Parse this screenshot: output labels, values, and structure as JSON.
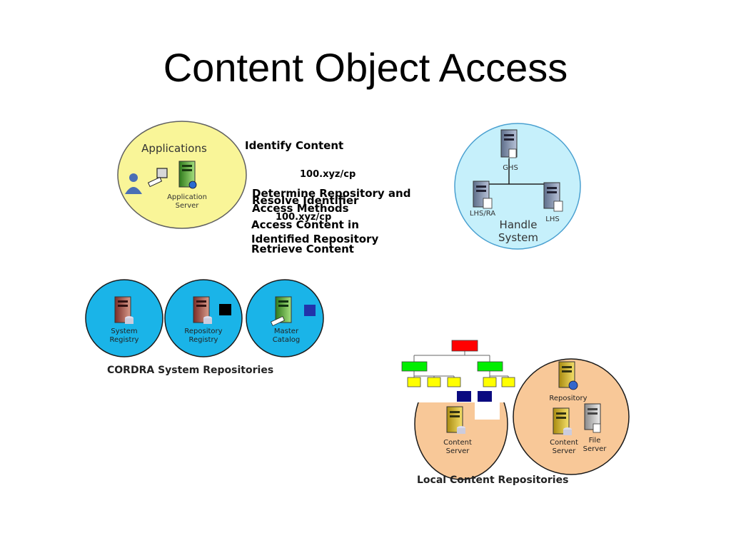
{
  "slide": {
    "title": "Content Object Access"
  },
  "steps": {
    "identify": "Identify Content",
    "id_value_1": "100.xyz/cp",
    "determine_line1": "Determine Repository and",
    "determine_line2": "Access Methods",
    "resolve": "Resolve Identifier",
    "id_value_2": "100.xyz/cp",
    "access_line1": "Access Content in",
    "access_line2": "Identified Repository",
    "retrieve": "Retrieve Content"
  },
  "applications": {
    "label": "Applications",
    "server_line1": "Application",
    "server_line2": "Server"
  },
  "handle_system": {
    "ghs": "GHS",
    "lhs_ra": "LHS/RA",
    "lhs": "LHS",
    "label_line1": "Handle",
    "label_line2": "System"
  },
  "cordra": {
    "caption": "CORDRA System Repositories",
    "items": [
      {
        "line1": "System",
        "line2": "Registry"
      },
      {
        "line1": "Repository",
        "line2": "Registry"
      },
      {
        "line1": "Master",
        "line2": "Catalog"
      }
    ]
  },
  "local": {
    "caption": "Local Content Repositories",
    "content_server_line1": "Content",
    "content_server_line2": "Server",
    "repository": "Repository",
    "content_server2_line1": "Content",
    "content_server2_line2": "Server",
    "file_server_line1": "File",
    "file_server_line2": "Server"
  },
  "colors": {
    "applications_fill": "#f9f598",
    "handle_fill": "#c6f0fb",
    "cordra_fill": "#1ab4e8",
    "local_fill": "#f8c898",
    "tree_root": "#ff0000",
    "tree_mid": "#00ee00",
    "tree_leaf": "#ffff00",
    "navy": "#0a0a80"
  }
}
